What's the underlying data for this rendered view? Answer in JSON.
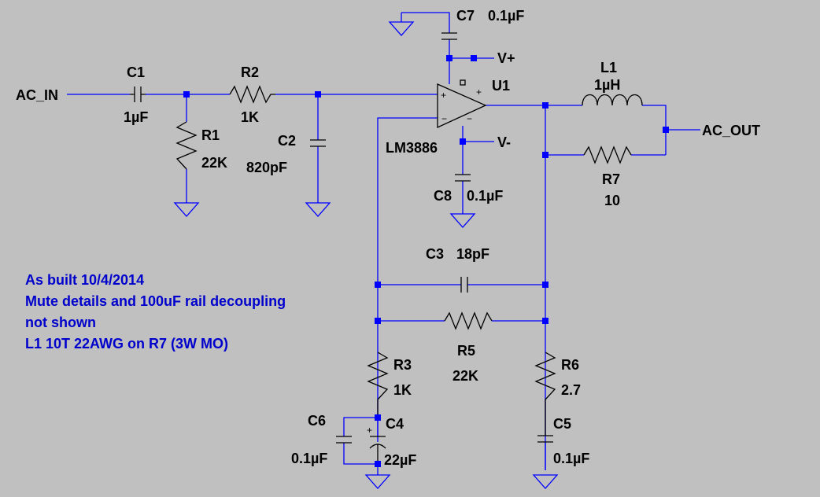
{
  "nets": {
    "in": "AC_IN",
    "out": "AC_OUT",
    "vpos": "V+",
    "vneg": "V-"
  },
  "ic": {
    "ref": "U1",
    "part": "LM3886"
  },
  "components": {
    "c1": {
      "ref": "C1",
      "value": "1µF"
    },
    "r1": {
      "ref": "R1",
      "value": "22K"
    },
    "r2": {
      "ref": "R2",
      "value": "1K"
    },
    "c2": {
      "ref": "C2",
      "value": "820pF"
    },
    "c7": {
      "ref": "C7",
      "value": "0.1µF"
    },
    "c8": {
      "ref": "C8",
      "value": "0.1µF"
    },
    "l1": {
      "ref": "L1",
      "value": "1µH"
    },
    "r7": {
      "ref": "R7",
      "value": "10"
    },
    "c3": {
      "ref": "C3",
      "value": "18pF"
    },
    "r5": {
      "ref": "R5",
      "value": "22K"
    },
    "r3": {
      "ref": "R3",
      "value": "1K"
    },
    "c4": {
      "ref": "C4",
      "value": "22µF"
    },
    "c6": {
      "ref": "C6",
      "value": "0.1µF"
    },
    "r6": {
      "ref": "R6",
      "value": "2.7"
    },
    "c5": {
      "ref": "C5",
      "value": "0.1µF"
    }
  },
  "notes": [
    "As built 10/4/2014",
    "Mute details and 100uF rail decoupling",
    "not shown",
    "L1 10T 22AWG on R7 (3W MO)"
  ],
  "colors": {
    "background": "#c0c0c0",
    "wire": "#0000ff",
    "component": "#000000",
    "note": "#0000cc"
  }
}
